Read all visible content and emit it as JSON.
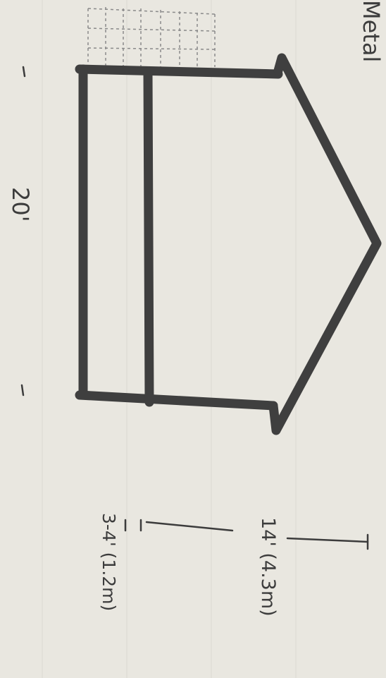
{
  "labels": {
    "material": "Metal",
    "width": "20'",
    "height": "14' (4.3m)",
    "wall_height": "3-4' (1.2m)"
  },
  "colors": {
    "paper": "#e9e7e0",
    "line": "#3f3f3f",
    "ink": "#3c3c3c",
    "dashed": "#8a8a8a"
  }
}
